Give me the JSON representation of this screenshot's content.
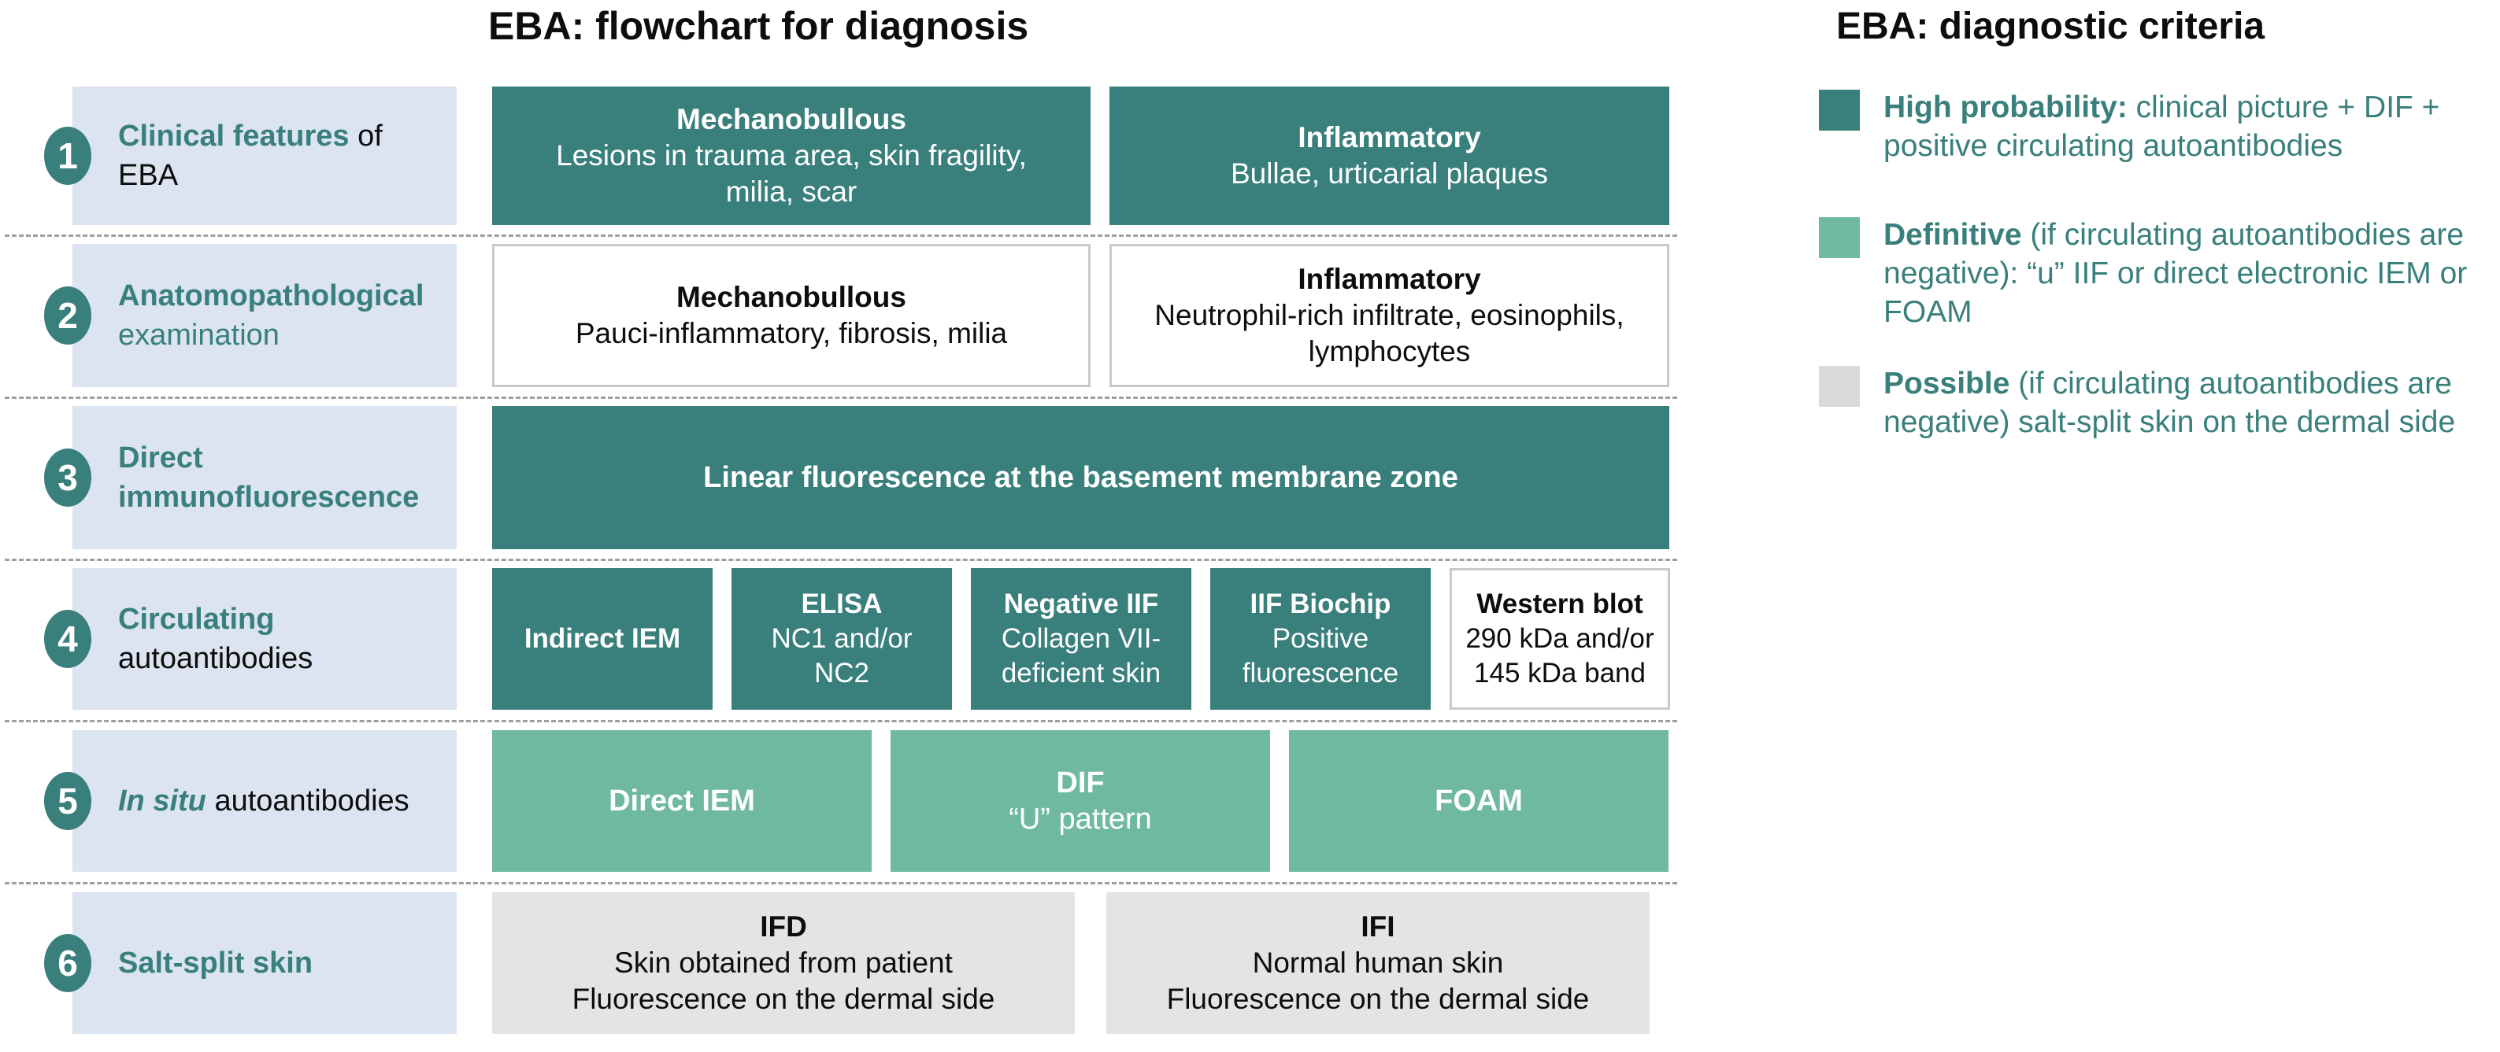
{
  "titles": {
    "flowchart": "EBA: flowchart for diagnosis",
    "criteria": "EBA: diagnostic criteria"
  },
  "colors": {
    "teal": "#397f7c",
    "seafoam_green": "#6fb9a2",
    "label_background": "#dbe4f0",
    "gray_box": "#e4e4e4",
    "legend_gray_swatch": "#d9d9d9"
  },
  "rows": [
    {
      "num": "1",
      "label": {
        "primary": "Clinical features",
        "secondary": " of EBA"
      }
    },
    {
      "num": "2",
      "label": {
        "primary": "Anatomopathological",
        "secondary": " examination"
      }
    },
    {
      "num": "3",
      "label": {
        "primary": "Direct immunofluorescence",
        "secondary": ""
      }
    },
    {
      "num": "4",
      "label": {
        "primary": "Circulating",
        "secondary": " autoantibodies"
      }
    },
    {
      "num": "5",
      "label": {
        "primary": "In situ",
        "secondary": " autoantibodies"
      }
    },
    {
      "num": "6",
      "label": {
        "primary": "Salt-split skin",
        "secondary": ""
      }
    }
  ],
  "boxes": {
    "r1b1": {
      "title": "Mechanobullous",
      "body": "Lesions in trauma area, skin fragility,\nmilia, scar"
    },
    "r1b2": {
      "title": "Inflammatory",
      "body": "Bullae, urticarial plaques"
    },
    "r2b1": {
      "title": "Mechanobullous",
      "body": "Pauci-inflammatory, fibrosis, milia"
    },
    "r2b2": {
      "title": "Inflammatory",
      "body": "Neutrophil-rich infiltrate, eosinophils,\nlymphocytes"
    },
    "r3b1": {
      "title": "Linear fluorescence at the basement membrane zone",
      "body": ""
    },
    "r4b1": {
      "title": "Indirect IEM",
      "body": ""
    },
    "r4b2": {
      "title": "ELISA",
      "body": "NC1 and/or\nNC2"
    },
    "r4b3": {
      "title": "Negative IIF",
      "body": "Collagen VII-\ndeficient skin"
    },
    "r4b4": {
      "title": "IIF Biochip",
      "body": "Positive\nfluorescence"
    },
    "r4b5": {
      "title": "Western blot",
      "body": "290 kDa and/or\n145 kDa band"
    },
    "r5b1": {
      "title": "Direct IEM",
      "body": ""
    },
    "r5b2": {
      "title": "DIF",
      "body": "“U” pattern"
    },
    "r5b3": {
      "title": "FOAM",
      "body": ""
    },
    "r6b1": {
      "title": "IFD",
      "body": "Skin obtained from patient\nFluorescence on the dermal side"
    },
    "r6b2": {
      "title": "IFI",
      "body": "Normal human skin\nFluorescence on the dermal side"
    }
  },
  "criteria": [
    {
      "lead": "High probability:",
      "rest": " clinical picture + DIF + positive circulating autoantibodies"
    },
    {
      "lead": "Definitive",
      "rest": " (if circulating autoantibodies are negative): “u” IIF or direct electronic IEM or FOAM"
    },
    {
      "lead": "Possible",
      "rest": " (if circulating autoantibodies are negative) salt-split skin on the dermal side"
    }
  ]
}
